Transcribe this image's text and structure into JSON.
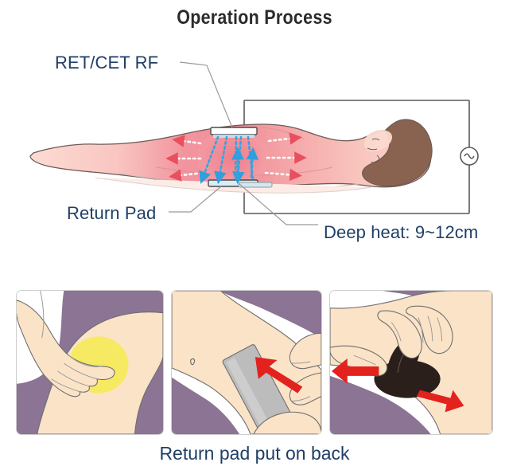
{
  "page": {
    "title": "Operation Process",
    "background": "#ffffff"
  },
  "colors": {
    "title_text": "#2b2b2b",
    "label_text": "#1f3f66",
    "skin_light": "#fbd9cf",
    "skin_hot": "#f4919c",
    "hair_brown": "#8a6350",
    "panel_purple": "#8b7494",
    "panel_skin": "#fbe3c8",
    "gel_yellow": "#f7ea63",
    "arrow_red": "#e2221d",
    "pad_gray": "#bcbcbc",
    "handpiece_black": "#2b1f1c",
    "current_blue": "#34a5dd",
    "circuit_line": "#5a5a5a",
    "leader_line": "#9a9a9a",
    "panel_border": "#cfcfcf"
  },
  "diagram": {
    "labels": {
      "electrode": "RET/CET RF",
      "return_pad": "Return Pad",
      "depth": "Deep heat: 9~12cm"
    },
    "ac_source": {
      "icon": "ac-source-icon",
      "symbol": "~"
    },
    "elements": {
      "body": "patient-lying-supine",
      "active_electrode": "ret-cet-rf-electrode",
      "return_electrode": "return-pad-electrode",
      "current_arrows": "current-flow-arrows",
      "heat_arrows": "heat-radiation-arrows",
      "circuit": "rf-circuit-loop"
    }
  },
  "steps": {
    "caption": "Return pad put on back",
    "panels": [
      {
        "id": "step-1",
        "name": "apply-gel-to-back",
        "alt": "Hand applying conductive gel to the back"
      },
      {
        "id": "step-2",
        "name": "place-return-pad",
        "alt": "Return pad being slid onto the lower back"
      },
      {
        "id": "step-3",
        "name": "move-handpiece",
        "alt": "Handpiece moved back and forth over treatment area"
      }
    ]
  }
}
